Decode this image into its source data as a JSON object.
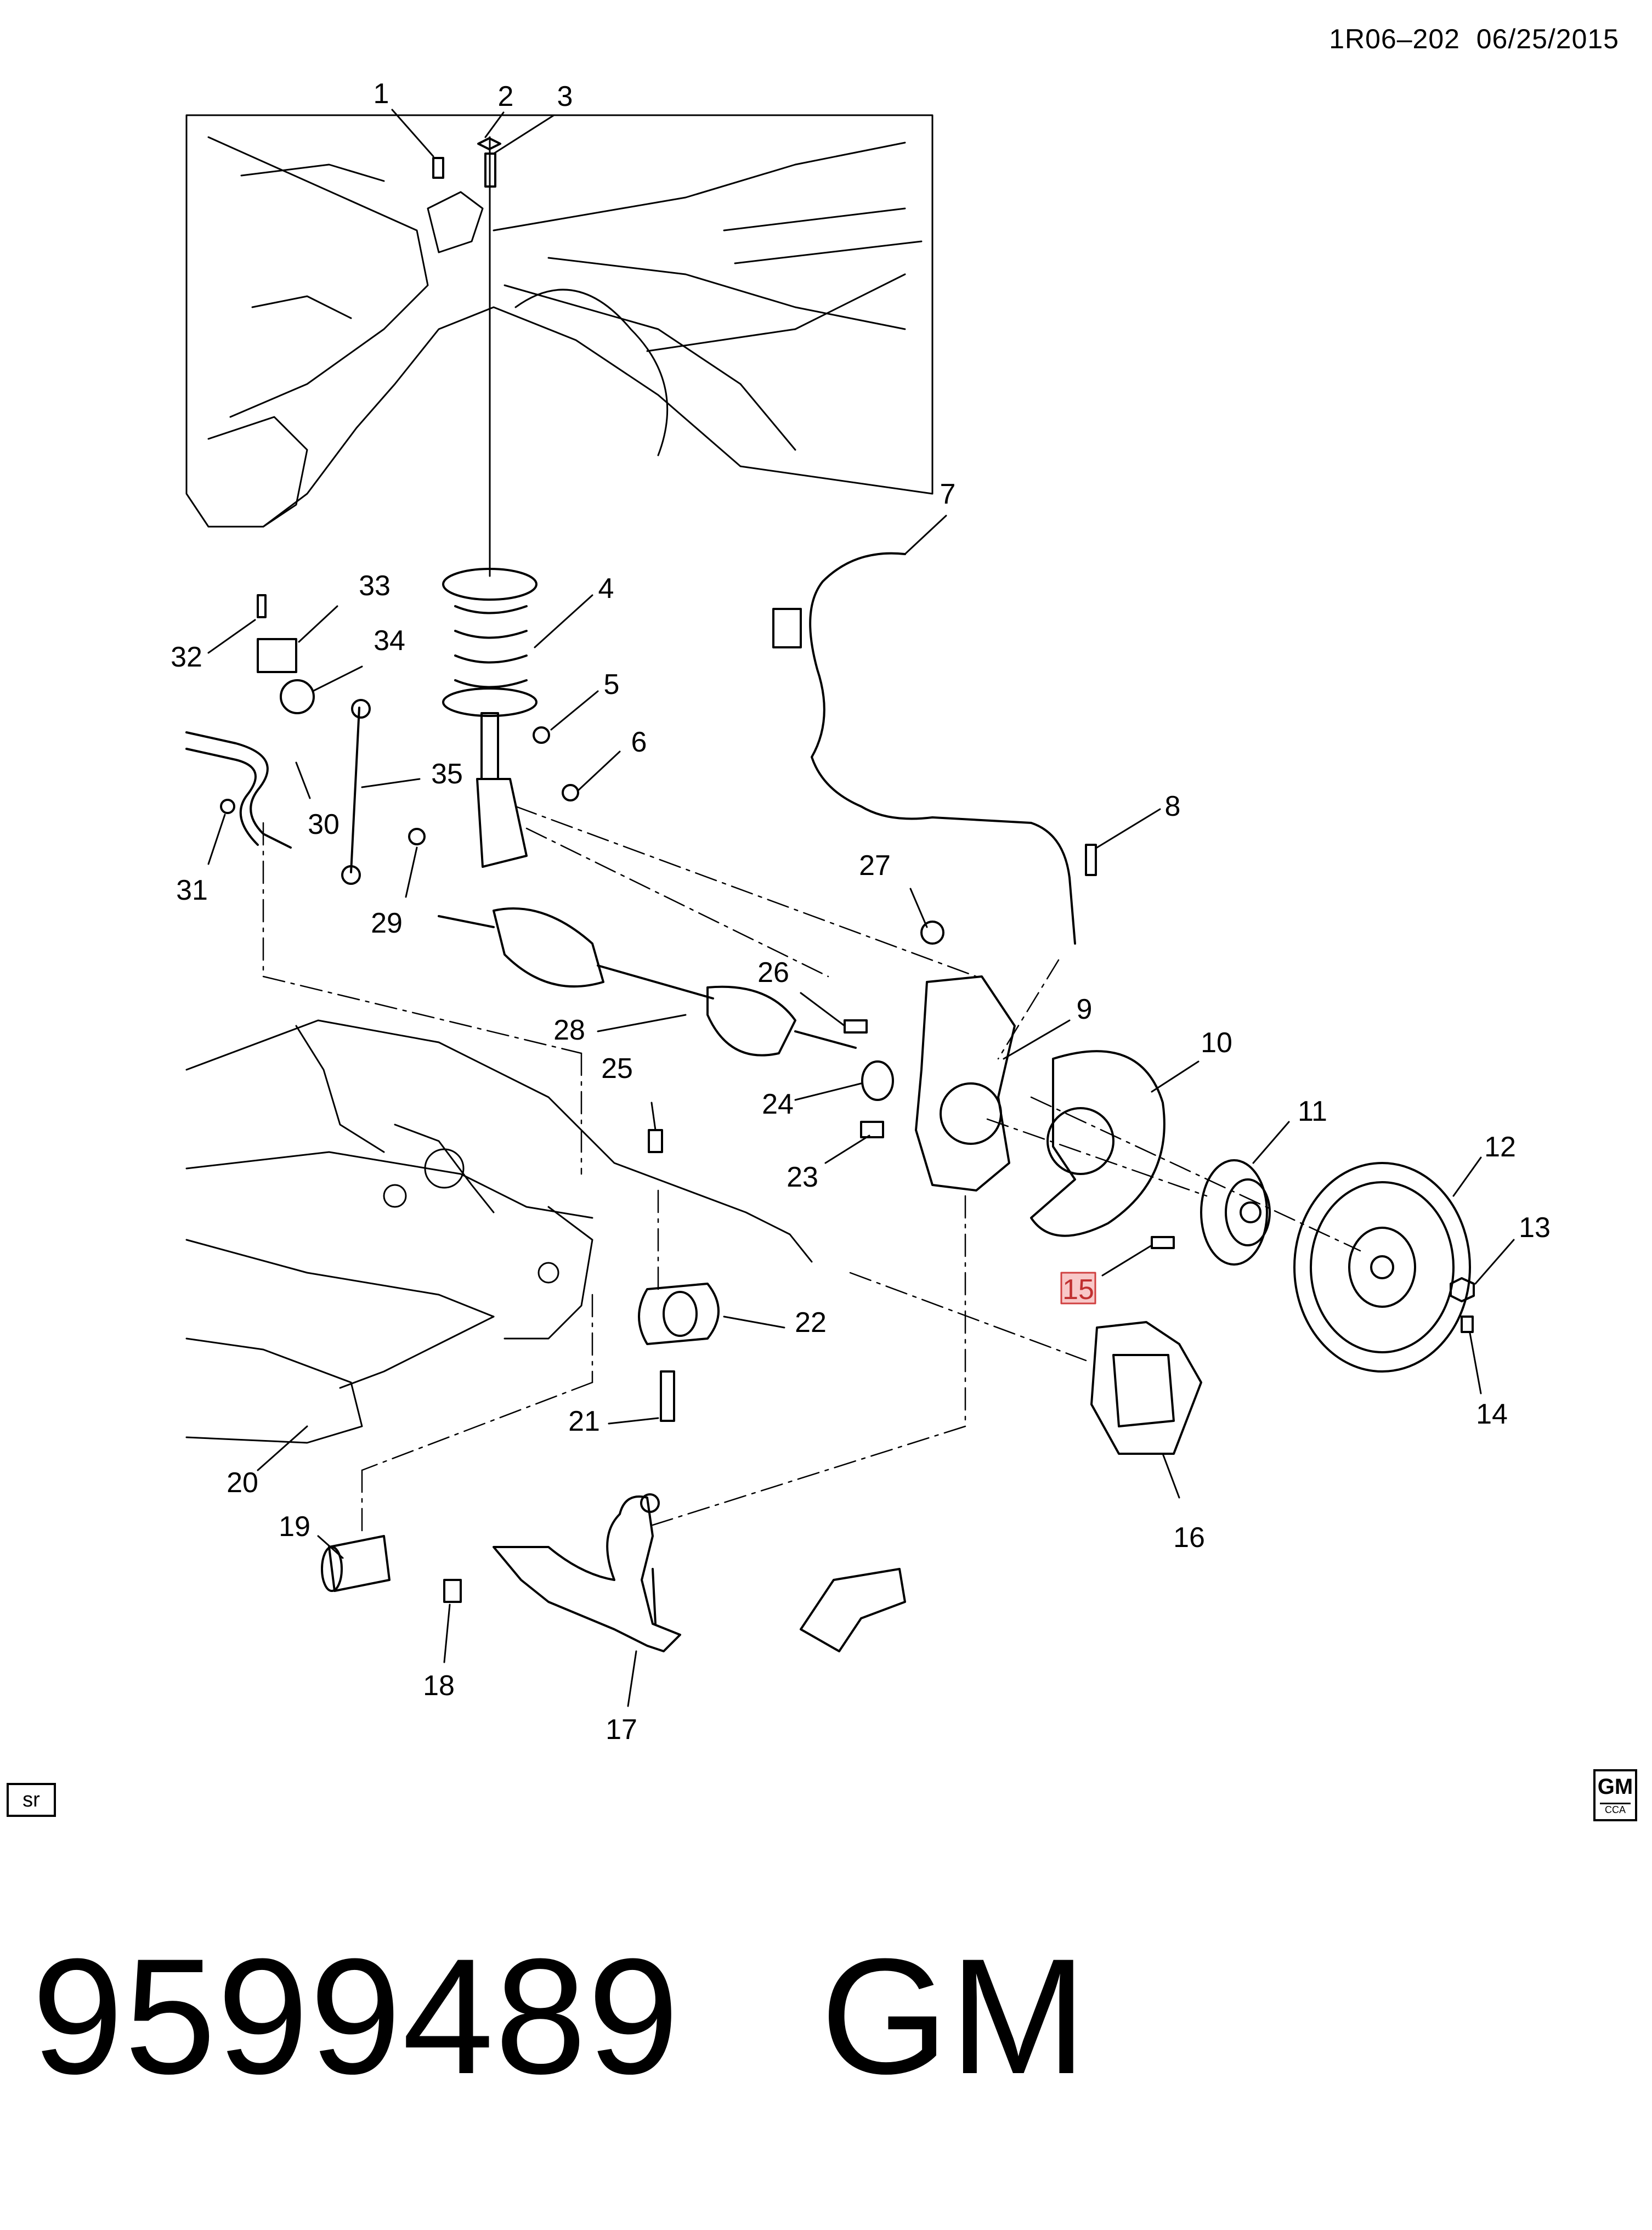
{
  "header": {
    "code": "1R06–202",
    "date": "06/25/2015"
  },
  "callouts": [
    "1",
    "2",
    "3",
    "4",
    "5",
    "6",
    "7",
    "8",
    "9",
    "10",
    "11",
    "12",
    "13",
    "14",
    "15",
    "16",
    "17",
    "18",
    "19",
    "20",
    "21",
    "22",
    "23",
    "24",
    "25",
    "26",
    "27",
    "28",
    "29",
    "30",
    "31",
    "32",
    "33",
    "34",
    "35"
  ],
  "highlighted_callout": "15",
  "sr_label": "sr",
  "logo": {
    "brand": "GM",
    "sub": "CCA"
  },
  "footer": {
    "part_number": "9599489",
    "brand": "GM"
  }
}
